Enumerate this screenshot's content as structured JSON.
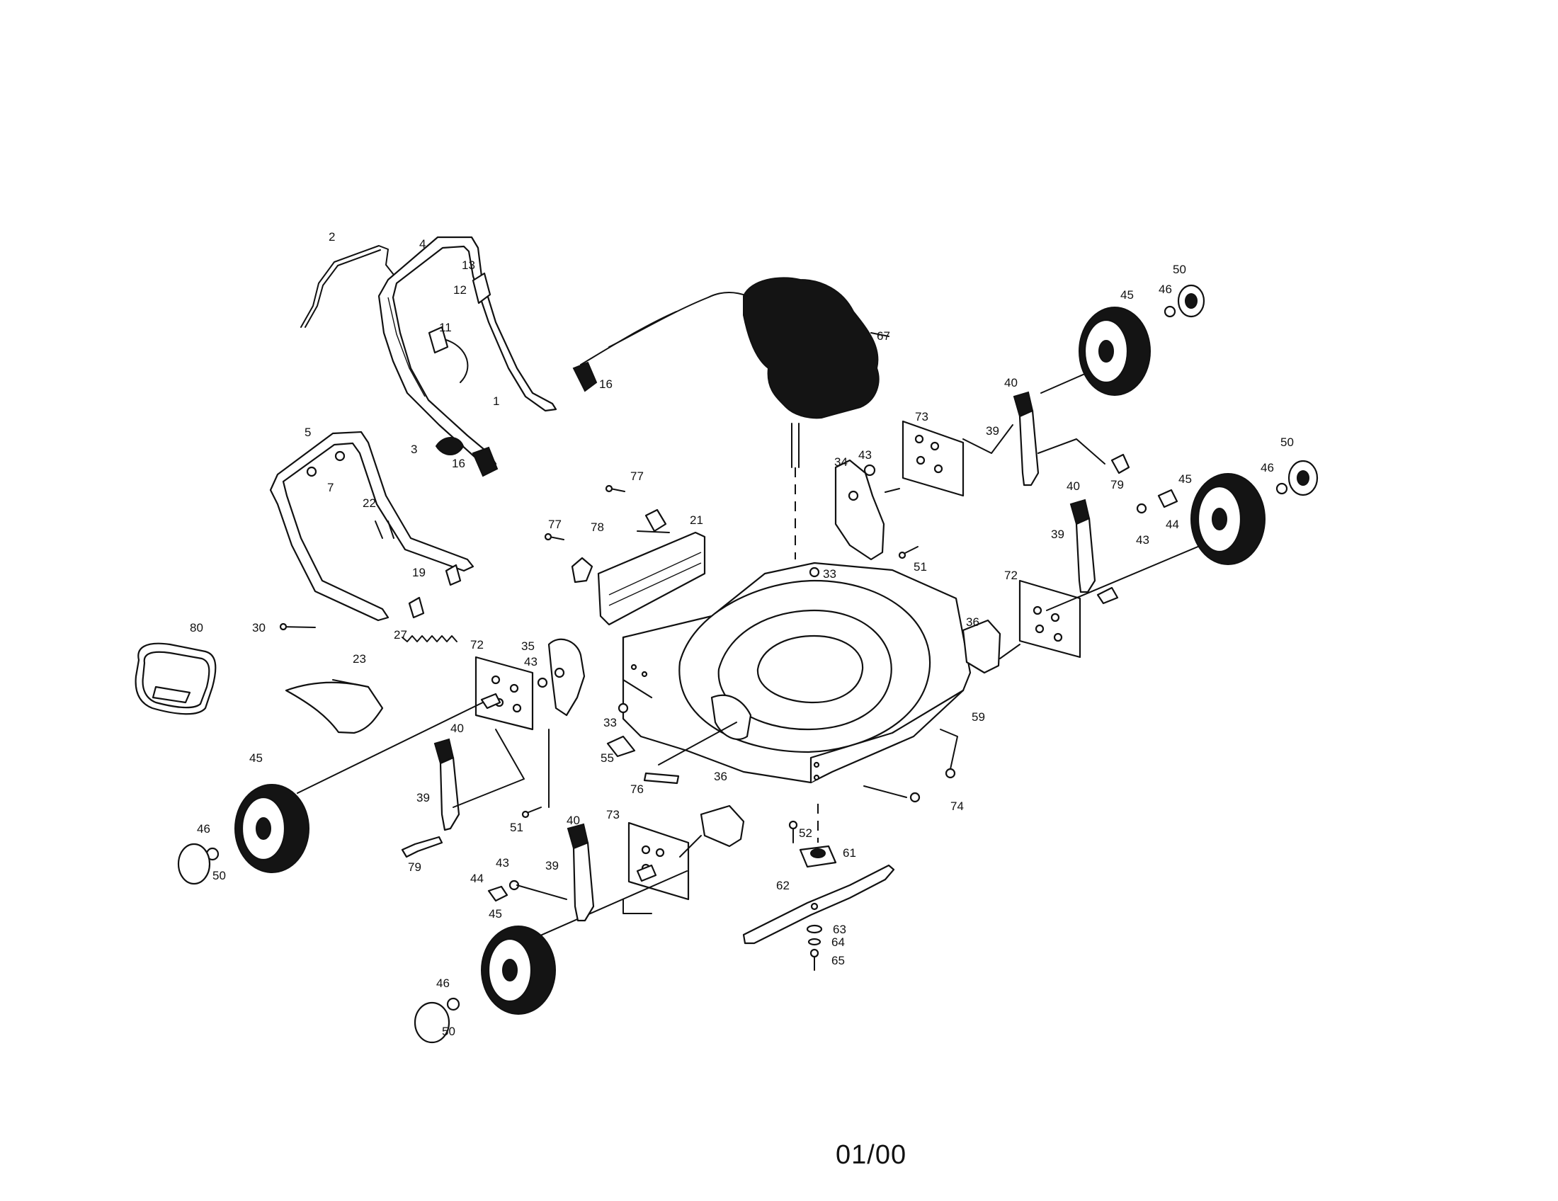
{
  "footer_code": "01/00",
  "labels": [
    {
      "id": "l2",
      "text": "2"
    },
    {
      "id": "l4",
      "text": "4"
    },
    {
      "id": "l13",
      "text": "13"
    },
    {
      "id": "l12",
      "text": "12"
    },
    {
      "id": "l11",
      "text": "11"
    },
    {
      "id": "l16a",
      "text": "16"
    },
    {
      "id": "l1",
      "text": "1"
    },
    {
      "id": "l3",
      "text": "3"
    },
    {
      "id": "l16b",
      "text": "16"
    },
    {
      "id": "l5",
      "text": "5"
    },
    {
      "id": "l7",
      "text": "7"
    },
    {
      "id": "l22",
      "text": "22"
    },
    {
      "id": "l19",
      "text": "19"
    },
    {
      "id": "l30",
      "text": "30"
    },
    {
      "id": "l80",
      "text": "80"
    },
    {
      "id": "l27",
      "text": "27"
    },
    {
      "id": "l23",
      "text": "23"
    },
    {
      "id": "l72a",
      "text": "72"
    },
    {
      "id": "l35",
      "text": "35"
    },
    {
      "id": "l43a",
      "text": "43"
    },
    {
      "id": "l33a",
      "text": "33"
    },
    {
      "id": "l55",
      "text": "55"
    },
    {
      "id": "l76",
      "text": "76"
    },
    {
      "id": "l40a",
      "text": "40"
    },
    {
      "id": "l39a",
      "text": "39"
    },
    {
      "id": "l79a",
      "text": "79"
    },
    {
      "id": "l51a",
      "text": "51"
    },
    {
      "id": "l45a",
      "text": "45"
    },
    {
      "id": "l46a",
      "text": "46"
    },
    {
      "id": "l50a",
      "text": "50"
    },
    {
      "id": "l77a",
      "text": "77"
    },
    {
      "id": "l77b",
      "text": "77"
    },
    {
      "id": "l78",
      "text": "78"
    },
    {
      "id": "l21",
      "text": "21"
    },
    {
      "id": "l67",
      "text": "67"
    },
    {
      "id": "l34",
      "text": "34"
    },
    {
      "id": "l43b",
      "text": "43"
    },
    {
      "id": "l33b",
      "text": "33"
    },
    {
      "id": "l51b",
      "text": "51"
    },
    {
      "id": "l73a",
      "text": "73"
    },
    {
      "id": "l40b",
      "text": "40"
    },
    {
      "id": "l39b",
      "text": "39"
    },
    {
      "id": "l79b",
      "text": "79"
    },
    {
      "id": "l45b",
      "text": "45"
    },
    {
      "id": "l46b",
      "text": "46"
    },
    {
      "id": "l50b",
      "text": "50"
    },
    {
      "id": "l50c",
      "text": "50"
    },
    {
      "id": "l46c",
      "text": "46"
    },
    {
      "id": "l45c",
      "text": "45"
    },
    {
      "id": "l40c",
      "text": "40"
    },
    {
      "id": "l39c",
      "text": "39"
    },
    {
      "id": "l43c",
      "text": "43"
    },
    {
      "id": "l44a",
      "text": "44"
    },
    {
      "id": "l72b",
      "text": "72"
    },
    {
      "id": "l36a",
      "text": "36"
    },
    {
      "id": "l59",
      "text": "59"
    },
    {
      "id": "l74",
      "text": "74"
    },
    {
      "id": "l36b",
      "text": "36"
    },
    {
      "id": "l52",
      "text": "52"
    },
    {
      "id": "l61",
      "text": "61"
    },
    {
      "id": "l62",
      "text": "62"
    },
    {
      "id": "l63",
      "text": "63"
    },
    {
      "id": "l64",
      "text": "64"
    },
    {
      "id": "l65",
      "text": "65"
    },
    {
      "id": "l73b",
      "text": "73"
    },
    {
      "id": "l40d",
      "text": "40"
    },
    {
      "id": "l39d",
      "text": "39"
    },
    {
      "id": "l43d",
      "text": "43"
    },
    {
      "id": "l44b",
      "text": "44"
    },
    {
      "id": "l45d",
      "text": "45"
    },
    {
      "id": "l46d",
      "text": "46"
    },
    {
      "id": "l50d",
      "text": "50"
    }
  ]
}
